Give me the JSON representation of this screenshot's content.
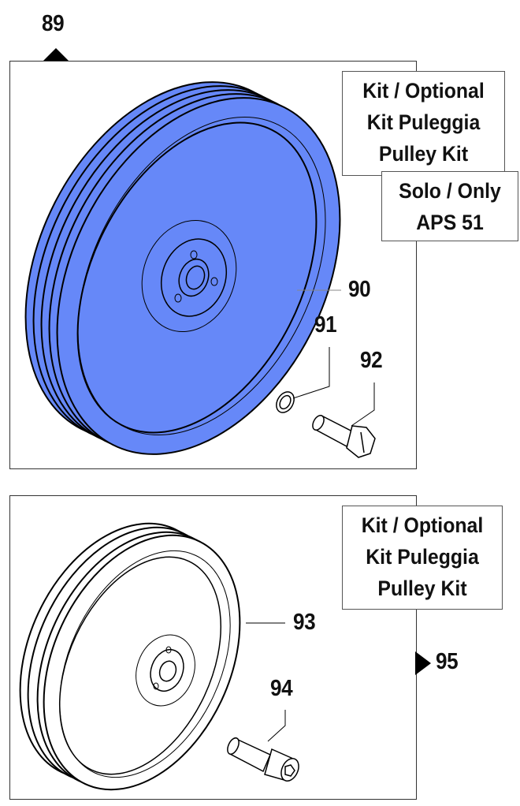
{
  "top_ref": "89",
  "bottom_ref": "95",
  "panel1": {
    "kit_box": [
      "Kit / Optional",
      "Kit Puleggia",
      "Pulley Kit"
    ],
    "only_box": [
      "Solo / Only",
      "APS 51"
    ],
    "callouts": [
      "90",
      "91",
      "92"
    ],
    "highlight_color": "#6688f8"
  },
  "panel2": {
    "kit_box": [
      "Kit / Optional",
      "Kit Puleggia",
      "Pulley Kit"
    ],
    "callouts": [
      "93",
      "94"
    ]
  }
}
